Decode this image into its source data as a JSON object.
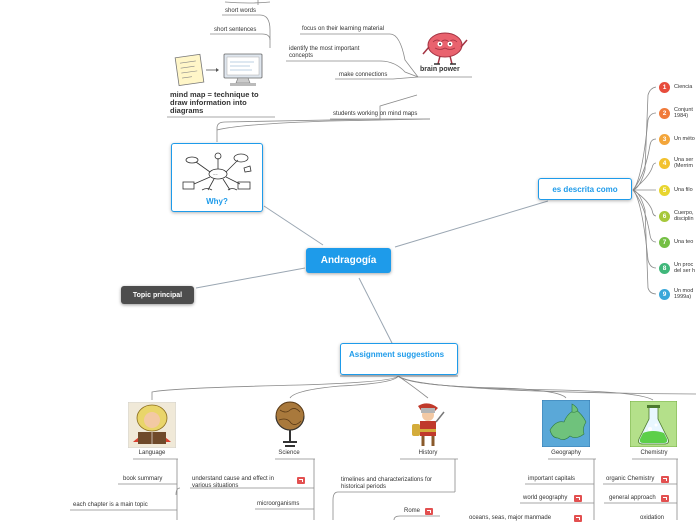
{
  "central": {
    "label": "Andragogía"
  },
  "topic": {
    "label": "Topic principal"
  },
  "why": {
    "label": "Why?"
  },
  "desc": {
    "label": "es descrita como"
  },
  "assign": {
    "label": "Assignment suggestions"
  },
  "brain": {
    "label": "brain power"
  },
  "mindmap": {
    "label": "mind map = technique to draw information into diagrams"
  },
  "texts": {
    "short_words": "short words",
    "short_sentences": "short sentences",
    "focus": "focus on their learning material",
    "identify": "identify the most important concepts",
    "make_conn": "make connections",
    "students": "students working on mind maps"
  },
  "list": [
    {
      "n": "1",
      "label": "Ciencia",
      "color": "#e74c3c"
    },
    {
      "n": "2",
      "label": "Conjunt\n1984)",
      "color": "#f07a3a"
    },
    {
      "n": "3",
      "label": "Un méto",
      "color": "#f3a53a"
    },
    {
      "n": "4",
      "label": "Una ser\n(Merrim",
      "color": "#f2c12e"
    },
    {
      "n": "5",
      "label": "Una filo",
      "color": "#e8d52f"
    },
    {
      "n": "6",
      "label": "Cuerpo,\ndisciplin",
      "color": "#a6c83b"
    },
    {
      "n": "7",
      "label": "Una teo",
      "color": "#74bf44"
    },
    {
      "n": "8",
      "label": "Un proc\ndel ser h",
      "color": "#40b77a"
    },
    {
      "n": "9",
      "label": "Un mod\n1999a)",
      "color": "#3aa7d9"
    }
  ],
  "subjects": {
    "language": "Language",
    "science": "Science",
    "history": "History",
    "geography": "Geography",
    "chemistry": "Chemistry"
  },
  "leaves": {
    "book_summary": "book summary",
    "chapter": "each chapter is a main topic",
    "cause": "understand cause and effect in various situations",
    "micro": "microorganisms",
    "timelines": "timelines and characterizations for historical periods",
    "rome": "Rome",
    "capitals": "important capitals",
    "world_geo": "world geography",
    "oceans": "oceans, seas, major manmade",
    "organic": "organic Chemistry",
    "general": "general approach",
    "oxidation": "oxidation"
  }
}
